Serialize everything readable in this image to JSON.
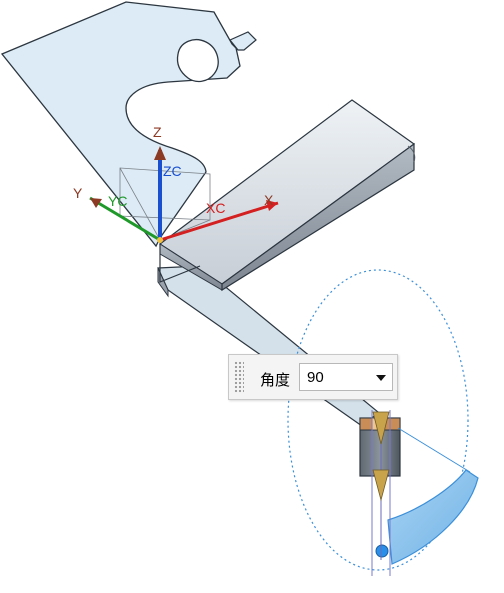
{
  "viewport": {
    "axes": {
      "triad_x": "X",
      "triad_y": "Y",
      "triad_z": "Z",
      "wcs_x": "XC",
      "wcs_y": "YC",
      "wcs_z": "ZC"
    },
    "colors": {
      "sheet_fill": "#dcebf5",
      "sheet_edge": "#2c3640",
      "x_axis": "#d42020",
      "y_axis": "#1f9a2a",
      "z_axis": "#1a4fd0",
      "handle_gold": "#c9a34c",
      "rotation_ring": "#3b8fd9"
    }
  },
  "angle_popup": {
    "label": "角度",
    "value": "90"
  }
}
